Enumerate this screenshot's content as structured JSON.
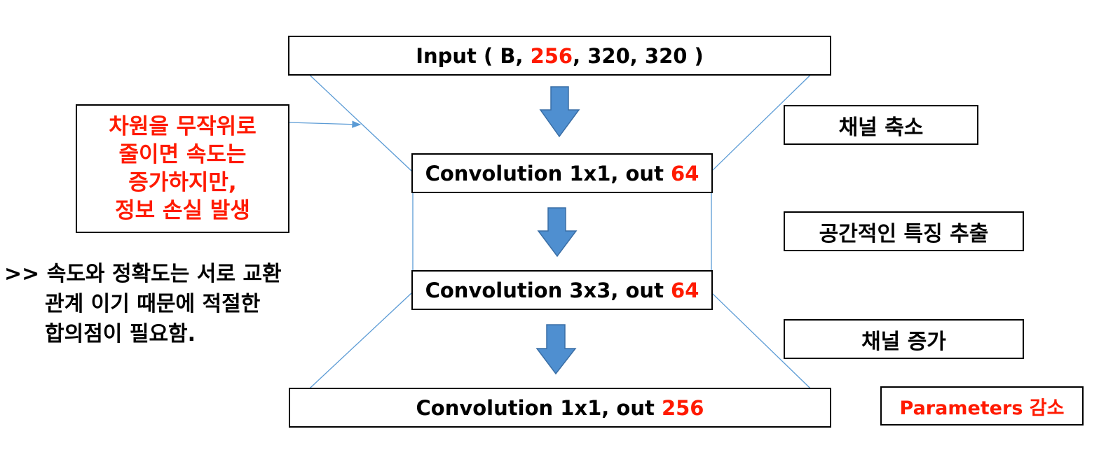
{
  "layers": [
    {
      "prefix": "Input ( B, ",
      "highlight": "256",
      "suffix": ", 320, 320 )"
    },
    {
      "prefix": "Convolution 1x1, out ",
      "highlight": "64"
    },
    {
      "prefix": "Convolution 3x3, out ",
      "highlight": "64"
    },
    {
      "prefix": "Convolution 1x1, out ",
      "highlight": "256"
    }
  ],
  "side_labels": {
    "channel_reduction": "채널 축소",
    "spatial_feature": "공간적인 특징 추출",
    "channel_increase": "채널 증가",
    "parameters_prefix": "Parameters",
    "parameters_suffix": " 감소"
  },
  "note": {
    "lines": [
      "차원을 무작위로",
      "줄이면 속도는",
      "증가하지만,",
      "정보 손실 발생"
    ]
  },
  "tradeoff": {
    "lines": [
      ">> 속도와 정확도는 서로 교환",
      "관계 이기 때문에 적절한",
      "합의점이 필요함."
    ]
  },
  "colors": {
    "highlight": "#ff1a00",
    "arrow_fill": "#4f8fd0",
    "arrow_stroke": "#3a6ea5",
    "connector": "#5b9bd5"
  }
}
